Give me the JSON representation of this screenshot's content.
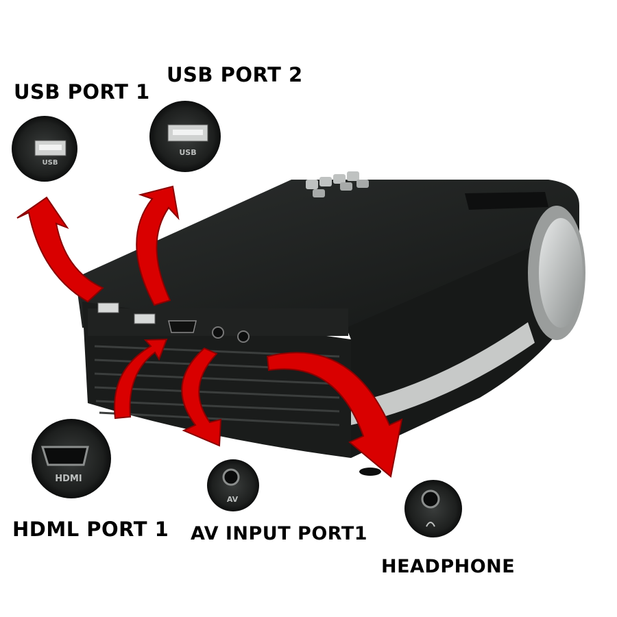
{
  "callouts": {
    "usb1": "USB PORT 1",
    "usb2": "USB PORT 2",
    "hdmi": "HDML PORT 1",
    "av": "AV INPUT PORT1",
    "headphone": "HEADPHONE"
  },
  "port_labels": {
    "usb": "USB",
    "hdmi": "HDMI",
    "av": "AV"
  },
  "colors": {
    "arrow": "#d90000",
    "body": "#1c1e1d",
    "trim": "#c7c9c8"
  }
}
